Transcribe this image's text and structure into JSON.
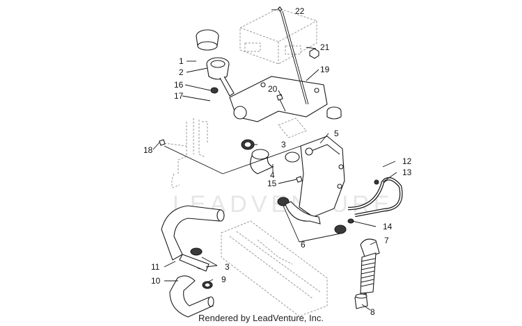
{
  "callouts": [
    {
      "id": "1",
      "label": "1"
    },
    {
      "id": "2",
      "label": "2"
    },
    {
      "id": "3a",
      "label": "3"
    },
    {
      "id": "3b",
      "label": "3"
    },
    {
      "id": "4",
      "label": "4"
    },
    {
      "id": "5",
      "label": "5"
    },
    {
      "id": "6",
      "label": "6"
    },
    {
      "id": "7",
      "label": "7"
    },
    {
      "id": "8",
      "label": "8"
    },
    {
      "id": "9",
      "label": "9"
    },
    {
      "id": "10",
      "label": "10"
    },
    {
      "id": "11",
      "label": "11"
    },
    {
      "id": "12",
      "label": "12"
    },
    {
      "id": "13",
      "label": "13"
    },
    {
      "id": "14",
      "label": "14"
    },
    {
      "id": "15",
      "label": "15"
    },
    {
      "id": "16",
      "label": "16"
    },
    {
      "id": "17",
      "label": "17"
    },
    {
      "id": "18",
      "label": "18"
    },
    {
      "id": "19",
      "label": "19"
    },
    {
      "id": "20",
      "label": "20"
    },
    {
      "id": "21",
      "label": "21"
    },
    {
      "id": "22",
      "label": "22"
    }
  ],
  "watermark": "LEADVENTURE",
  "footer": "Rendered by LeadVenture, Inc."
}
